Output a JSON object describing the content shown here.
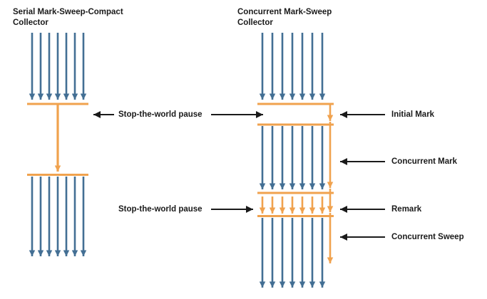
{
  "colors": {
    "thread_blue": "#436F94",
    "gc_orange": "#F0A24E",
    "annotation_black": "#1A1A1A",
    "text_color": "#1A1A1A",
    "bg": "#FFFFFF"
  },
  "serial_diagram": {
    "title_line1": "Serial Mark-Sweep-Compact",
    "title_line2": "Collector"
  },
  "cms_diagram": {
    "title_line1": "Concurrent Mark-Sweep",
    "title_line2": "Collector"
  },
  "labels": {
    "stop_the_world_pause_top": "Stop-the-world pause",
    "stop_the_world_pause_bottom": "Stop-the-world pause",
    "initial_mark": "Initial Mark",
    "concurrent_mark": "Concurrent Mark",
    "remark": "Remark",
    "concurrent_sweep": "Concurrent Sweep"
  }
}
